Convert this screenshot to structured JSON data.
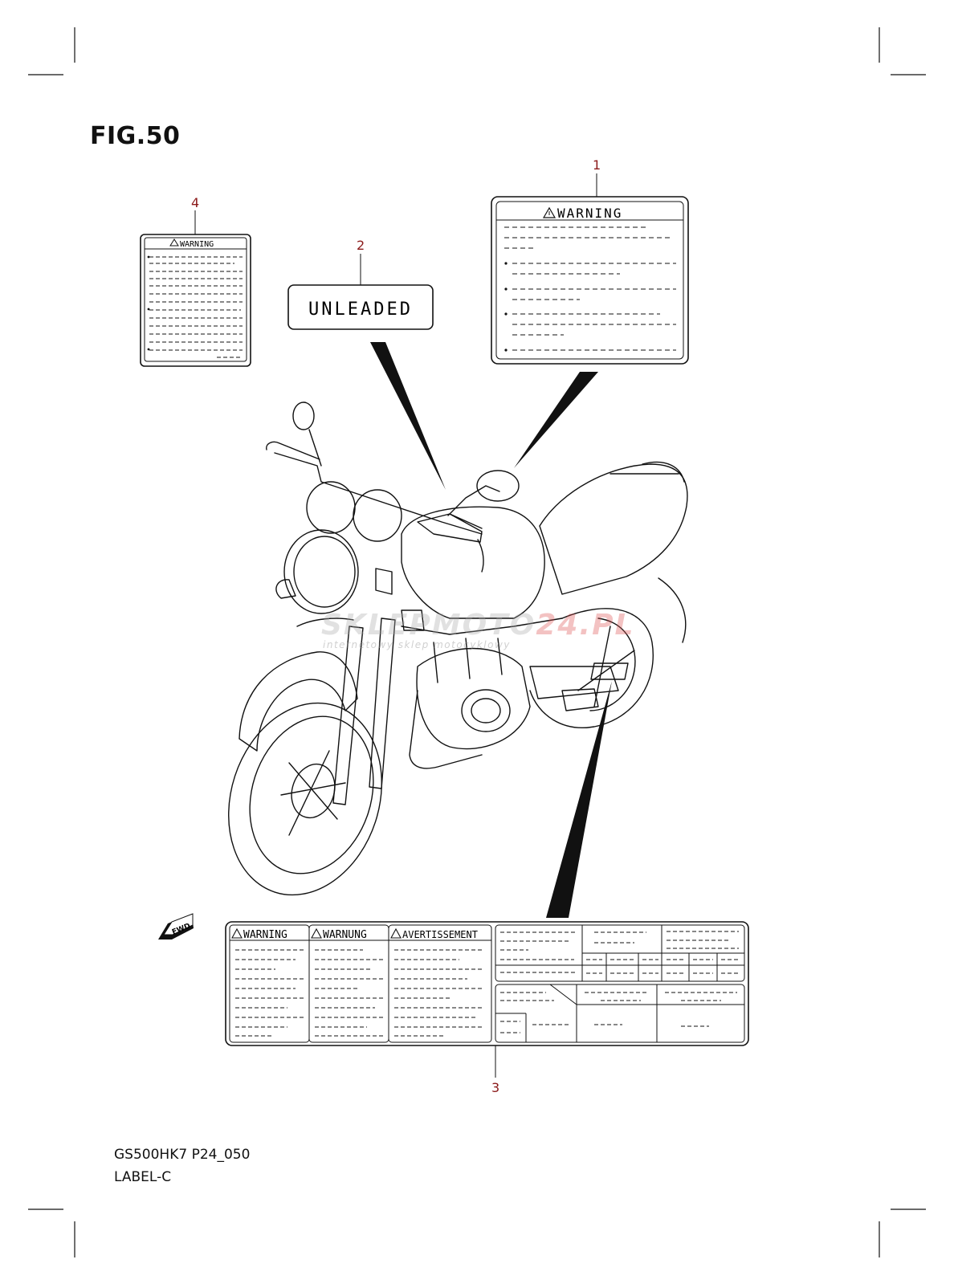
{
  "figure": {
    "title": "FIG.50"
  },
  "footer": {
    "model_code": "GS500HK7 P24_050",
    "section_name": "LABEL-C"
  },
  "callouts": [
    {
      "number": "1"
    },
    {
      "number": "2"
    },
    {
      "number": "3"
    },
    {
      "number": "4"
    }
  ],
  "labels": {
    "warning_en": "WARNING",
    "unleaded": "UNLEADED",
    "warning_de": "WARNUNG",
    "warning_fr": "AVERTISSEMENT"
  },
  "direction_badge": "FWD",
  "watermark": {
    "main": "SKLEPMOTO",
    "accent": "24.PL",
    "sub": "internetowy sklep motocyklowy"
  },
  "colors": {
    "line": "#111111",
    "callout": "#8b1a1a"
  }
}
